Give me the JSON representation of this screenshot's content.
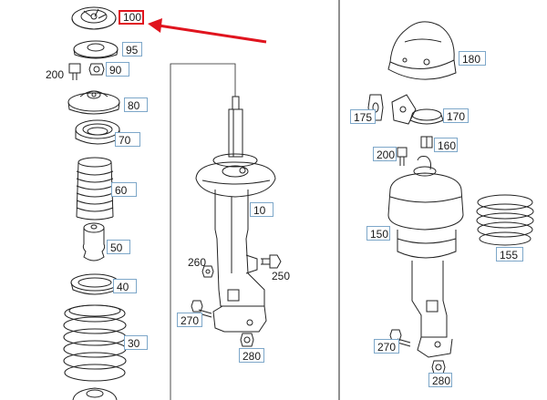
{
  "labels": {
    "p100": "100",
    "p95": "95",
    "p200a": "200",
    "p90": "90",
    "p80": "80",
    "p70": "70",
    "p60": "60",
    "p50": "50",
    "p40": "40",
    "p30": "30",
    "p10": "10",
    "p260": "260",
    "p250": "250",
    "p270a": "270",
    "p280a": "280",
    "p180": "180",
    "p175": "175",
    "p170": "170",
    "p200b": "200",
    "p160": "160",
    "p150": "150",
    "p155": "155",
    "p270b": "270",
    "p280b": "280"
  },
  "colors": {
    "highlight": "#e0141e",
    "label_border": "#7da7c9",
    "line": "#222222"
  },
  "selected_part": "100"
}
